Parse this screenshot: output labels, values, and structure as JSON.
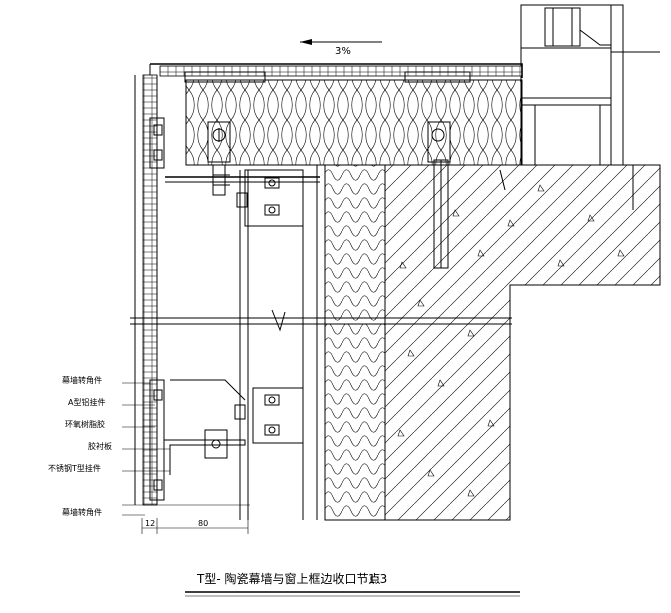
{
  "slope_text": "3%",
  "labels": [
    "幕墙转角件",
    "A型铝挂件",
    "环氧树脂胶",
    "胶衬板",
    "不锈钢T型挂件",
    "幕墙转角件"
  ],
  "dimensions": {
    "left": "12",
    "right": "80"
  },
  "title": "T型- 陶瓷幕墙与窗上框边收口节点",
  "scale": "1:3"
}
